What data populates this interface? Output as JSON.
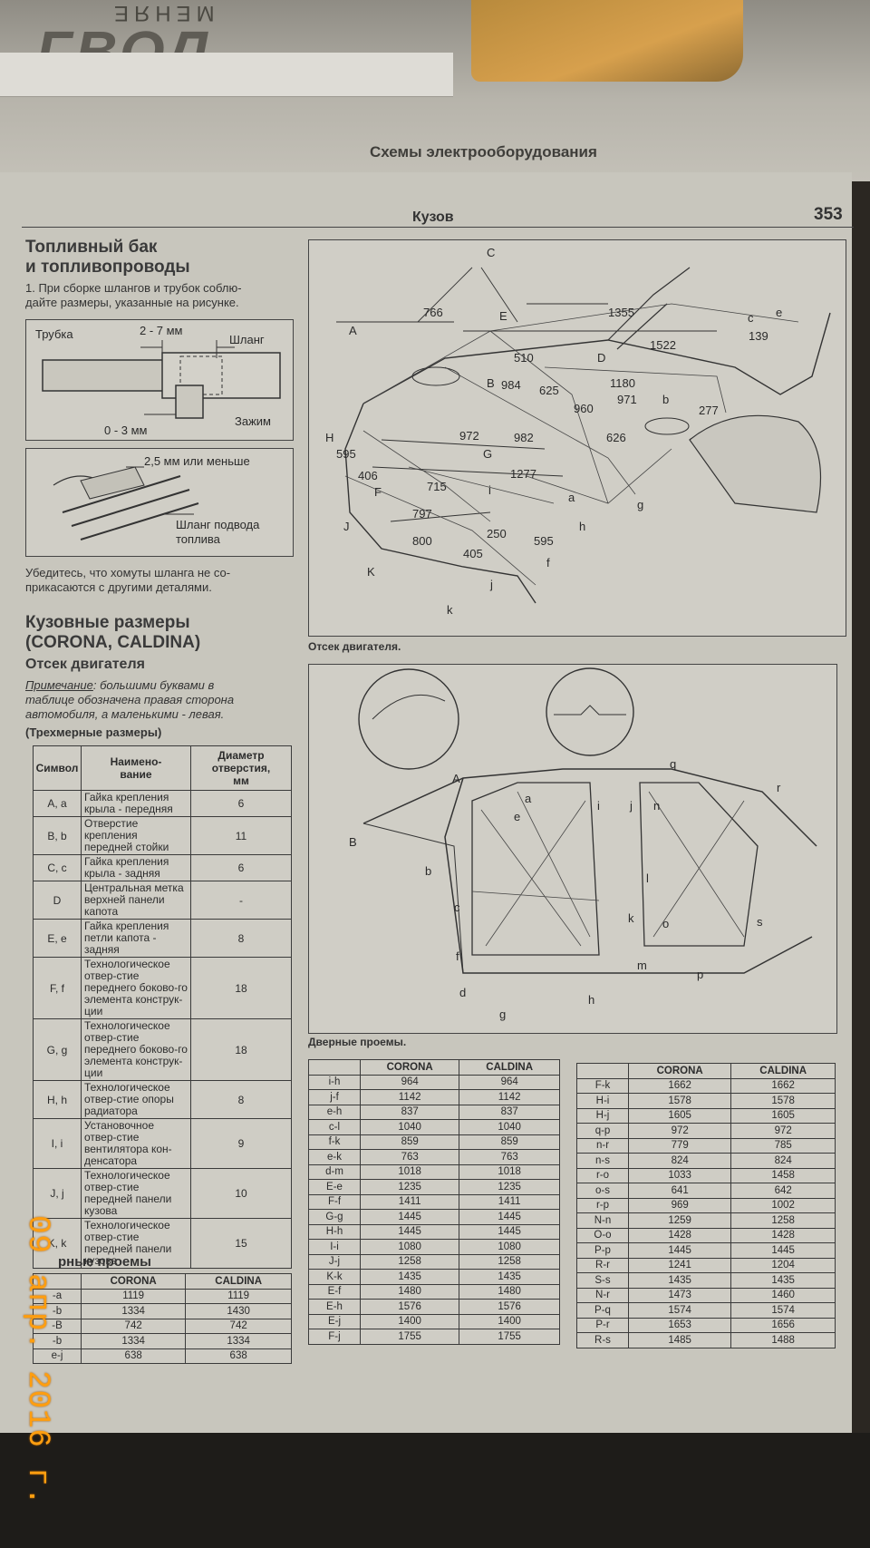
{
  "prev_page": {
    "cover_text": "ГВОЛ",
    "menu_text": "МЕНЯЕ",
    "title": "Схемы электрооборудования"
  },
  "header": {
    "title": "Кузов",
    "page_number": "353"
  },
  "fuel": {
    "title_line1": "Топливный бак",
    "title_line2": "и топливопроводы",
    "intro": "1. При сборке шлангов и трубок соблю-\nдайте размеры, указанные на рисунке.",
    "fig1": {
      "pipe": "Трубка",
      "gap": "2 - 7 мм",
      "hose": "Шланг",
      "clamp": "Зажим",
      "offset": "0 - 3 мм"
    },
    "fig2": {
      "dist": "2,5 мм или меньше",
      "hose_line1": "Шланг подвода",
      "hose_line2": "топлива"
    },
    "note": "Убедитесь, что хомуты шланга не со-\nприкасаются с другими деталями."
  },
  "body_dims": {
    "title_line1": "Кузовные размеры",
    "title_line2": "(CORONA, CALDINA)",
    "subtitle": "Отсек двигателя",
    "note_label": "Примечание",
    "note_text": ": большими буквами в\nтаблице обозначена правая сторона\nавтомобиля, а маленькими - левая.",
    "threed": "(Трехмерные размеры)"
  },
  "symbol_table": {
    "headers": [
      "Символ",
      "Наимено-\nвание",
      "Диаметр\nотверстия,\nмм"
    ],
    "rows": [
      [
        "A, a",
        "Гайка крепления крыла - передняя",
        "6"
      ],
      [
        "B, b",
        "Отверстие крепления передней стойки",
        "11"
      ],
      [
        "C, c",
        "Гайка крепления крыла - задняя",
        "6"
      ],
      [
        "D",
        "Центральная метка верхней панели капота",
        "-"
      ],
      [
        "E, e",
        "Гайка крепления петли капота - задняя",
        "8"
      ],
      [
        "F, f",
        "Технологическое отвер-стие переднего боково-го элемента конструк-ции",
        "18"
      ],
      [
        "G, g",
        "Технологическое отвер-стие переднего боково-го элемента конструк-ции",
        "18"
      ],
      [
        "H, h",
        "Технологическое отвер-стие опоры радиатора",
        "8"
      ],
      [
        "I, i",
        "Установочное отвер-стие вентилятора кон-денсатора",
        "9"
      ],
      [
        "J, j",
        "Технологическое отвер-стие передней панели кузова",
        "10"
      ],
      [
        "K, k",
        "Технологическое отвер-стие передней панели кузова",
        "15"
      ]
    ]
  },
  "small_table": {
    "title": "рные проемы",
    "headers": [
      "",
      "CORONA",
      "CALDINA"
    ],
    "rows": [
      [
        "-a",
        "1119",
        "1119"
      ],
      [
        "-b",
        "1334",
        "1430"
      ],
      [
        "-B",
        "742",
        "742"
      ],
      [
        "-b",
        "1334",
        "1334"
      ],
      [
        "e-j",
        "638",
        "638"
      ]
    ]
  },
  "engine_fig": {
    "caption": "Отсек двигателя.",
    "labels": [
      "C",
      "A",
      "E",
      "766",
      "1355",
      "c",
      "e",
      "1522",
      "139",
      "510",
      "D",
      "B",
      "984",
      "625",
      "1180",
      "971",
      "b",
      "277",
      "960",
      "972",
      "982",
      "626",
      "G",
      "H",
      "595",
      "1277",
      "406",
      "715",
      "F",
      "797",
      "i",
      "a",
      "g",
      "J",
      "800",
      "250",
      "405",
      "595",
      "h",
      "f",
      "K",
      "j",
      "k"
    ]
  },
  "door_fig": {
    "caption": "Дверные проемы.",
    "labels": [
      "A",
      "a",
      "q",
      "r",
      "i",
      "j",
      "n",
      "e",
      "B",
      "b",
      "l",
      "c",
      "k",
      "o",
      "s",
      "f",
      "m",
      "d",
      "p",
      "h",
      "g"
    ]
  },
  "door_table1": {
    "headers": [
      "",
      "CORONA",
      "CALDINA"
    ],
    "rows": [
      [
        "i-h",
        "964",
        "964"
      ],
      [
        "j-f",
        "1142",
        "1142"
      ],
      [
        "e-h",
        "837",
        "837"
      ],
      [
        "c-l",
        "1040",
        "1040"
      ],
      [
        "f-k",
        "859",
        "859"
      ],
      [
        "e-k",
        "763",
        "763"
      ],
      [
        "d-m",
        "1018",
        "1018"
      ],
      [
        "E-e",
        "1235",
        "1235"
      ],
      [
        "F-f",
        "1411",
        "1411"
      ],
      [
        "G-g",
        "1445",
        "1445"
      ],
      [
        "H-h",
        "1445",
        "1445"
      ],
      [
        "I-i",
        "1080",
        "1080"
      ],
      [
        "J-j",
        "1258",
        "1258"
      ],
      [
        "K-k",
        "1435",
        "1435"
      ],
      [
        "E-f",
        "1480",
        "1480"
      ],
      [
        "E-h",
        "1576",
        "1576"
      ],
      [
        "E-j",
        "1400",
        "1400"
      ],
      [
        "F-j",
        "1755",
        "1755"
      ]
    ]
  },
  "door_table2": {
    "headers": [
      "",
      "CORONA",
      "CALDINA"
    ],
    "rows": [
      [
        "F-k",
        "1662",
        "1662"
      ],
      [
        "H-i",
        "1578",
        "1578"
      ],
      [
        "H-j",
        "1605",
        "1605"
      ],
      [
        "q-p",
        "972",
        "972"
      ],
      [
        "n-r",
        "779",
        "785"
      ],
      [
        "n-s",
        "824",
        "824"
      ],
      [
        "r-o",
        "1033",
        "1458"
      ],
      [
        "o-s",
        "641",
        "642"
      ],
      [
        "r-p",
        "969",
        "1002"
      ],
      [
        "N-n",
        "1259",
        "1258"
      ],
      [
        "O-o",
        "1428",
        "1428"
      ],
      [
        "P-p",
        "1445",
        "1445"
      ],
      [
        "R-r",
        "1241",
        "1204"
      ],
      [
        "S-s",
        "1435",
        "1435"
      ],
      [
        "N-r",
        "1473",
        "1460"
      ],
      [
        "P-q",
        "1574",
        "1574"
      ],
      [
        "P-r",
        "1653",
        "1656"
      ],
      [
        "R-s",
        "1485",
        "1488"
      ]
    ]
  },
  "stamp": "09 апр. 2016 г."
}
